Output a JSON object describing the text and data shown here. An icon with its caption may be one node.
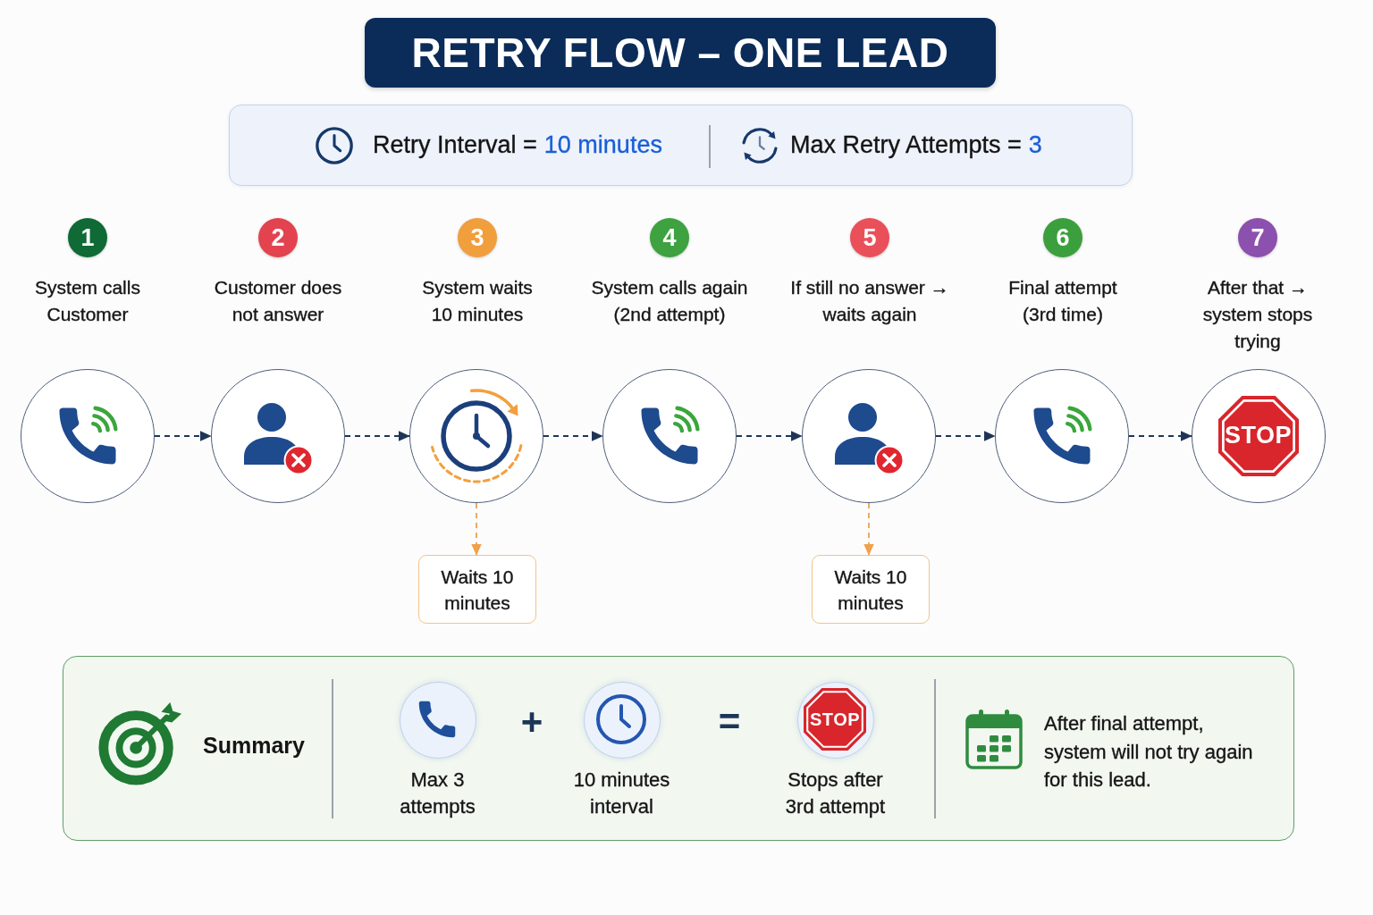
{
  "diagram": {
    "title": "RETRY FLOW – ONE LEAD",
    "nodes": [
      {
        "text": [
          "Retry Interval =",
          "10 minutes",
          "Max Retry Attempts =",
          "3"
        ]
      },
      {
        "text": [
          "1"
        ],
        "beside": [
          "System calls Customer"
        ]
      },
      {
        "text": [
          "2"
        ],
        "beside": [
          "Customer does not answer"
        ]
      },
      {
        "text": [
          "3"
        ],
        "beside": [
          "System waits 10 minutes"
        ]
      },
      {
        "text": [
          "4"
        ],
        "beside": [
          "System calls again (2nd attempt)"
        ]
      },
      {
        "text": [
          "5"
        ],
        "beside": [
          "If still no answer → waits again"
        ]
      },
      {
        "text": [
          "6"
        ],
        "beside": [
          "Final attempt (3rd time)"
        ]
      },
      {
        "text": [
          "7"
        ],
        "beside": [
          "After that → system stops trying"
        ]
      },
      {
        "text": [],
        "shape": "circle"
      },
      {
        "text": [],
        "shape": "circle"
      },
      {
        "text": [],
        "shape": "circle"
      },
      {
        "text": [],
        "shape": "circle"
      },
      {
        "text": [],
        "shape": "circle"
      },
      {
        "text": [],
        "shape": "circle"
      },
      {
        "text": [
          "STOP"
        ]
      },
      {
        "text": [
          "Waits 10 minutes"
        ]
      },
      {
        "text": [
          "Waits 10 minutes"
        ]
      },
      {
        "text": [
          "Summary",
          "After final attempt, system will not try again for this lead."
        ]
      },
      {
        "text": [],
        "shape": "circle",
        "in": 17,
        "beside": [
          "Max 3 attempts"
        ]
      },
      {
        "text": [],
        "shape": "circle",
        "in": 17,
        "beside": [
          "10 minutes interval"
        ]
      },
      {
        "text": [
          "STOP"
        ],
        "in": 17,
        "beside": [
          "Stops after 3rd attempt"
        ]
      }
    ],
    "edges": [
      {
        "from": 8,
        "to": 9,
        "arrow": "to",
        "style": "dashed"
      },
      {
        "from": 9,
        "to": 10,
        "arrow": "to",
        "style": "dashed"
      },
      {
        "from": 10,
        "to": 11,
        "arrow": "to",
        "style": "dashed"
      },
      {
        "from": 11,
        "to": 12,
        "arrow": "to",
        "style": "dashed"
      },
      {
        "from": 12,
        "to": 13,
        "arrow": "to",
        "style": "dashed"
      },
      {
        "from": 13,
        "to": 14,
        "arrow": "to",
        "style": "dashed"
      },
      {
        "from": 10,
        "to": 15,
        "arrow": "to",
        "style": "dashed",
        "color": "#f2a04a"
      },
      {
        "from": 12,
        "to": 16,
        "arrow": "to",
        "style": "dashed",
        "color": "#f2a04a"
      }
    ],
    "labels": [
      "+",
      "="
    ]
  }
}
